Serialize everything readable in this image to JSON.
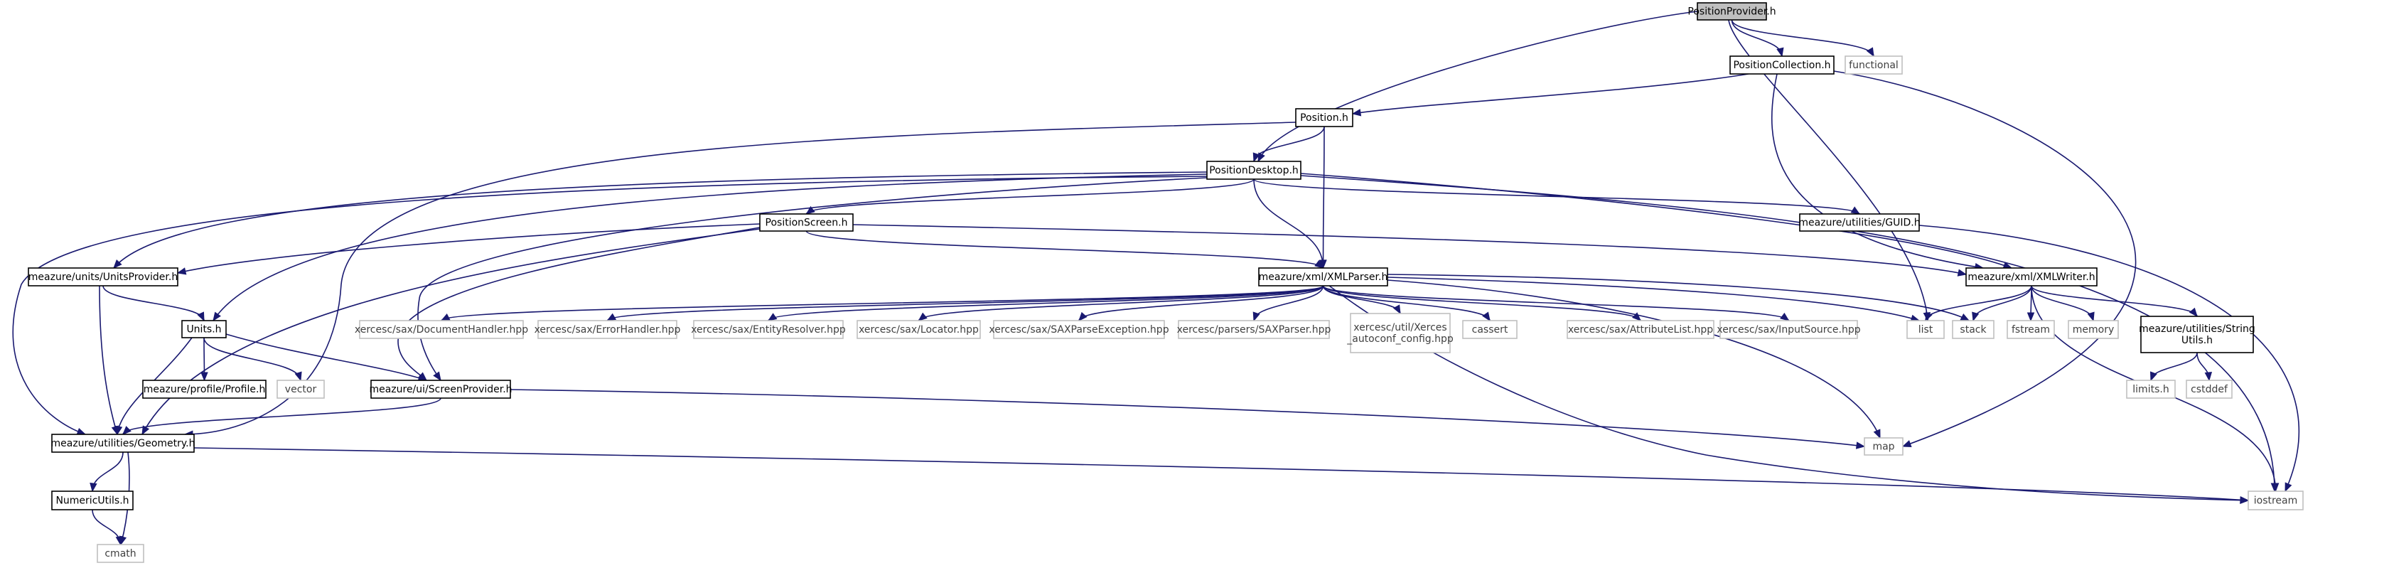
{
  "diagram_type": "include-dependency-graph",
  "colors": {
    "edge": "#191970",
    "node_border_internal": "#000000",
    "node_border_external": "#bfbfbf",
    "node_text_external": "#404040",
    "root_fill": "#bfbfbf",
    "node_fill": "#ffffff"
  },
  "nodes": [
    {
      "id": "position_provider",
      "label": "PositionProvider.h",
      "kind": "root"
    },
    {
      "id": "position_collection",
      "label": "PositionCollection.h",
      "kind": "internal"
    },
    {
      "id": "functional",
      "label": "functional",
      "kind": "external"
    },
    {
      "id": "position",
      "label": "Position.h",
      "kind": "internal"
    },
    {
      "id": "position_desktop",
      "label": "PositionDesktop.h",
      "kind": "internal"
    },
    {
      "id": "position_screen",
      "label": "PositionScreen.h",
      "kind": "internal"
    },
    {
      "id": "guid",
      "label": "meazure/utilities/GUID.h",
      "kind": "internal"
    },
    {
      "id": "units_provider",
      "label": "meazure/units/UnitsProvider.h",
      "kind": "internal"
    },
    {
      "id": "xml_parser",
      "label": "meazure/xml/XMLParser.h",
      "kind": "internal"
    },
    {
      "id": "xml_writer",
      "label": "meazure/xml/XMLWriter.h",
      "kind": "internal"
    },
    {
      "id": "units",
      "label": "Units.h",
      "kind": "internal"
    },
    {
      "id": "document_handler",
      "label": "xercesc/sax/DocumentHandler.hpp",
      "kind": "external"
    },
    {
      "id": "error_handler",
      "label": "xercesc/sax/ErrorHandler.hpp",
      "kind": "external"
    },
    {
      "id": "entity_resolver",
      "label": "xercesc/sax/EntityResolver.hpp",
      "kind": "external"
    },
    {
      "id": "locator",
      "label": "xercesc/sax/Locator.hpp",
      "kind": "external"
    },
    {
      "id": "sax_parse_exception",
      "label": "xercesc/sax/SAXParseException.hpp",
      "kind": "external"
    },
    {
      "id": "sax_parser",
      "label": "xercesc/parsers/SAXParser.hpp",
      "kind": "external"
    },
    {
      "id": "autoconf",
      "label_lines": [
        "xercesc/util/Xerces",
        "_autoconf_config.hpp"
      ],
      "kind": "external"
    },
    {
      "id": "cassert",
      "label": "cassert",
      "kind": "external"
    },
    {
      "id": "attribute_list",
      "label": "xercesc/sax/AttributeList.hpp",
      "kind": "external"
    },
    {
      "id": "input_source",
      "label": "xercesc/sax/InputSource.hpp",
      "kind": "external"
    },
    {
      "id": "list",
      "label": "list",
      "kind": "external"
    },
    {
      "id": "stack",
      "label": "stack",
      "kind": "external"
    },
    {
      "id": "fstream",
      "label": "fstream",
      "kind": "external"
    },
    {
      "id": "memory",
      "label": "memory",
      "kind": "external"
    },
    {
      "id": "string_utils",
      "label_lines": [
        "meazure/utilities/String",
        "Utils.h"
      ],
      "kind": "internal"
    },
    {
      "id": "profile",
      "label": "meazure/profile/Profile.h",
      "kind": "internal"
    },
    {
      "id": "vector",
      "label": "vector",
      "kind": "external"
    },
    {
      "id": "screen_provider",
      "label": "meazure/ui/ScreenProvider.h",
      "kind": "internal"
    },
    {
      "id": "limits",
      "label": "limits.h",
      "kind": "external"
    },
    {
      "id": "cstddef",
      "label": "cstddef",
      "kind": "external"
    },
    {
      "id": "geometry",
      "label": "meazure/utilities/Geometry.h",
      "kind": "internal"
    },
    {
      "id": "map",
      "label": "map",
      "kind": "external"
    },
    {
      "id": "numeric_utils",
      "label": "NumericUtils.h",
      "kind": "internal"
    },
    {
      "id": "iostream",
      "label": "iostream",
      "kind": "external"
    },
    {
      "id": "cmath",
      "label": "cmath",
      "kind": "external"
    }
  ],
  "edges": [
    {
      "from": "position_provider",
      "to": "position_collection"
    },
    {
      "from": "position_provider",
      "to": "functional"
    },
    {
      "from": "position_provider",
      "to": "position_desktop"
    },
    {
      "from": "position_provider",
      "to": "list"
    },
    {
      "from": "position_collection",
      "to": "position"
    },
    {
      "from": "position_collection",
      "to": "xml_writer"
    },
    {
      "from": "position_collection",
      "to": "map"
    },
    {
      "from": "position",
      "to": "position_desktop"
    },
    {
      "from": "position",
      "to": "xml_parser"
    },
    {
      "from": "position",
      "to": "geometry"
    },
    {
      "from": "position_desktop",
      "to": "position_screen"
    },
    {
      "from": "position_desktop",
      "to": "guid"
    },
    {
      "from": "position_desktop",
      "to": "units_provider"
    },
    {
      "from": "position_desktop",
      "to": "xml_parser"
    },
    {
      "from": "position_desktop",
      "to": "xml_writer"
    },
    {
      "from": "position_desktop",
      "to": "units"
    },
    {
      "from": "position_desktop",
      "to": "geometry"
    },
    {
      "from": "position_desktop",
      "to": "screen_provider"
    },
    {
      "from": "position_desktop",
      "to": "iostream"
    },
    {
      "from": "position_screen",
      "to": "units_provider"
    },
    {
      "from": "position_screen",
      "to": "xml_parser"
    },
    {
      "from": "position_screen",
      "to": "xml_writer"
    },
    {
      "from": "position_screen",
      "to": "screen_provider"
    },
    {
      "from": "position_screen",
      "to": "geometry"
    },
    {
      "from": "guid",
      "to": "iostream"
    },
    {
      "from": "units_provider",
      "to": "units"
    },
    {
      "from": "units_provider",
      "to": "geometry"
    },
    {
      "from": "xml_parser",
      "to": "document_handler"
    },
    {
      "from": "xml_parser",
      "to": "error_handler"
    },
    {
      "from": "xml_parser",
      "to": "entity_resolver"
    },
    {
      "from": "xml_parser",
      "to": "locator"
    },
    {
      "from": "xml_parser",
      "to": "sax_parse_exception"
    },
    {
      "from": "xml_parser",
      "to": "sax_parser"
    },
    {
      "from": "xml_parser",
      "to": "autoconf"
    },
    {
      "from": "xml_parser",
      "to": "cassert"
    },
    {
      "from": "xml_parser",
      "to": "attribute_list"
    },
    {
      "from": "xml_parser",
      "to": "input_source"
    },
    {
      "from": "xml_parser",
      "to": "list"
    },
    {
      "from": "xml_parser",
      "to": "stack"
    },
    {
      "from": "xml_parser",
      "to": "map"
    },
    {
      "from": "xml_parser",
      "to": "iostream"
    },
    {
      "from": "xml_writer",
      "to": "list"
    },
    {
      "from": "xml_writer",
      "to": "stack"
    },
    {
      "from": "xml_writer",
      "to": "fstream"
    },
    {
      "from": "xml_writer",
      "to": "memory"
    },
    {
      "from": "xml_writer",
      "to": "string_utils"
    },
    {
      "from": "xml_writer",
      "to": "iostream"
    },
    {
      "from": "units",
      "to": "profile"
    },
    {
      "from": "units",
      "to": "vector"
    },
    {
      "from": "units",
      "to": "screen_provider"
    },
    {
      "from": "units",
      "to": "geometry"
    },
    {
      "from": "string_utils",
      "to": "limits"
    },
    {
      "from": "string_utils",
      "to": "cstddef"
    },
    {
      "from": "screen_provider",
      "to": "geometry"
    },
    {
      "from": "screen_provider",
      "to": "map"
    },
    {
      "from": "geometry",
      "to": "numeric_utils"
    },
    {
      "from": "geometry",
      "to": "cmath"
    },
    {
      "from": "geometry",
      "to": "iostream"
    },
    {
      "from": "numeric_utils",
      "to": "cmath"
    }
  ]
}
